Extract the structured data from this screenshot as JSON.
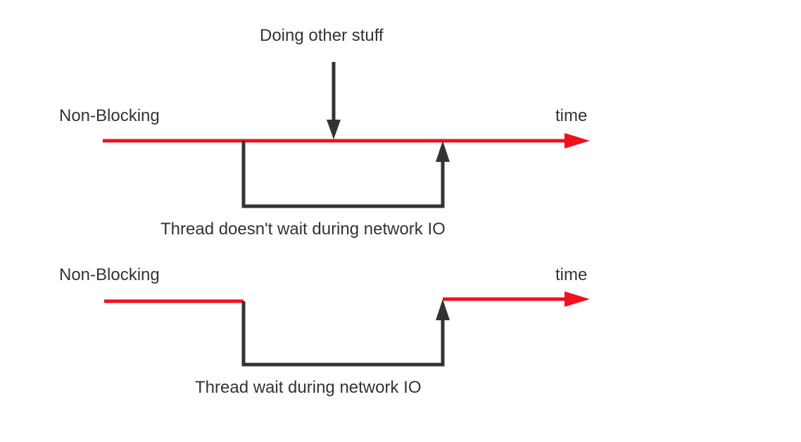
{
  "colors": {
    "timeline": "#f0101e",
    "thread": "#333333",
    "text": "#333333",
    "background": "#ffffff"
  },
  "top": {
    "title": "Non-Blocking",
    "time_label": "time",
    "event_label": "Doing other stuff",
    "caption": "Thread doesn't wait during network IO"
  },
  "bottom": {
    "title": "Non-Blocking",
    "time_label": "time",
    "caption": "Thread wait during network IO"
  }
}
